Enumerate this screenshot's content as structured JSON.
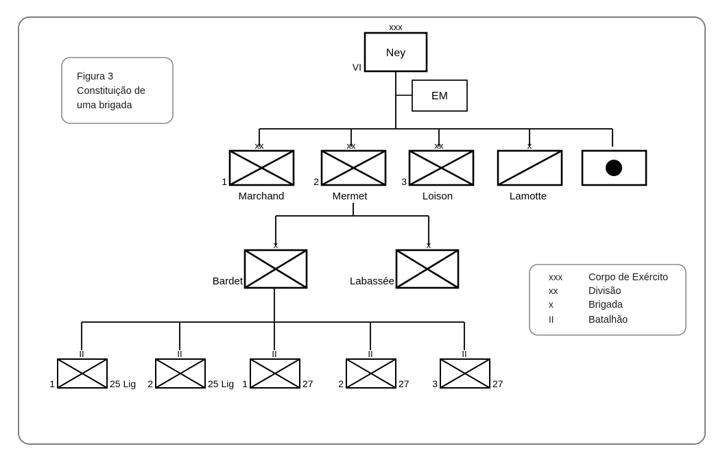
{
  "figure": {
    "caption_lines": [
      "Figura 3",
      "Constituição de",
      "uma brigada"
    ]
  },
  "corps": {
    "echelon": "xxx",
    "name": "Ney",
    "side_label": "VI",
    "staff": {
      "name": "EM"
    }
  },
  "divisions": [
    {
      "echelon": "xx",
      "number": "1",
      "name": "Marchand",
      "symbol": "infantry-cross"
    },
    {
      "echelon": "xx",
      "number": "2",
      "name": "Mermet",
      "symbol": "infantry-cross"
    },
    {
      "echelon": "xx",
      "number": "3",
      "name": "Loison",
      "symbol": "infantry-cross"
    },
    {
      "echelon": "x",
      "number": "",
      "name": "Lamotte",
      "symbol": "cavalry-slash"
    },
    {
      "echelon": "",
      "number": "",
      "name": "",
      "symbol": "artillery-dot"
    }
  ],
  "brigades": [
    {
      "echelon": "x",
      "name": "Bardet",
      "symbol": "infantry-cross"
    },
    {
      "echelon": "x",
      "name": "Labassée",
      "symbol": "infantry-cross"
    }
  ],
  "battalions": [
    {
      "echelon": "II",
      "number": "1",
      "regiment": "25 Lig",
      "symbol": "infantry-cross"
    },
    {
      "echelon": "II",
      "number": "2",
      "regiment": "25 Lig",
      "symbol": "infantry-cross"
    },
    {
      "echelon": "II",
      "number": "1",
      "regiment": "27",
      "symbol": "infantry-cross"
    },
    {
      "echelon": "II",
      "number": "2",
      "regiment": "27",
      "symbol": "infantry-cross"
    },
    {
      "echelon": "II",
      "number": "3",
      "regiment": "27",
      "symbol": "infantry-cross"
    }
  ],
  "legend": {
    "entries": [
      {
        "symbol": "xxx",
        "label": "Corpo de Exército"
      },
      {
        "symbol": "xx",
        "label": "Divisão"
      },
      {
        "symbol": "x",
        "label": "Brigada"
      },
      {
        "symbol": "II",
        "label": "Batalhão"
      }
    ]
  },
  "colors": {
    "frame": "#7b7b7b",
    "stroke": "#000000",
    "background": "#ffffff"
  }
}
